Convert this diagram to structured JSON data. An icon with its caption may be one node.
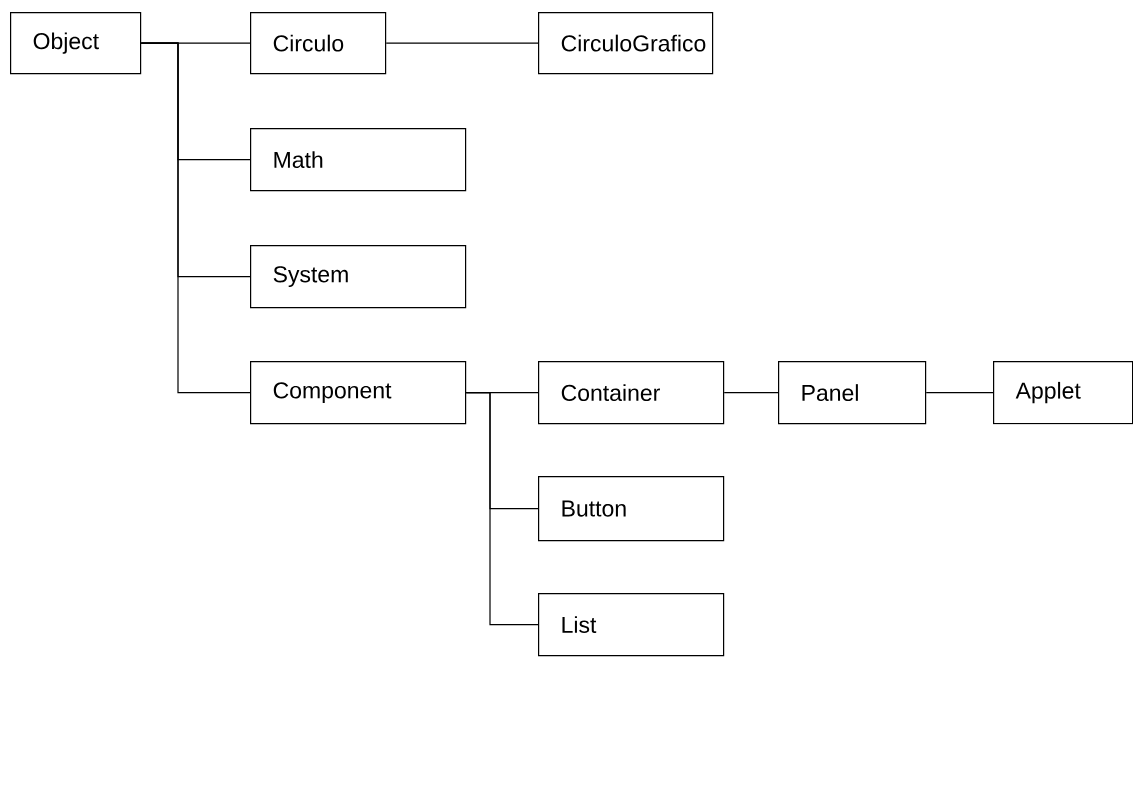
{
  "diagram": {
    "nodes": [
      {
        "text": [
          "Object"
        ]
      },
      {
        "text": [
          "Circulo"
        ]
      },
      {
        "text": [
          "CirculoGrafico"
        ]
      },
      {
        "text": [
          "Math"
        ]
      },
      {
        "text": [
          "System"
        ]
      },
      {
        "text": [
          "Component"
        ]
      },
      {
        "text": [
          "Container"
        ]
      },
      {
        "text": [
          "Panel"
        ]
      },
      {
        "text": [
          "Applet"
        ]
      },
      {
        "text": [
          "Button"
        ]
      },
      {
        "text": [
          "List"
        ]
      }
    ],
    "edges": [
      {
        "from": 0,
        "to": 1,
        "arrow": "none"
      },
      {
        "from": 1,
        "to": 2,
        "arrow": "none"
      },
      {
        "from": 0,
        "to": 3,
        "arrow": "none"
      },
      {
        "from": 0,
        "to": 4,
        "arrow": "none"
      },
      {
        "from": 0,
        "to": 5,
        "arrow": "none"
      },
      {
        "from": 5,
        "to": 6,
        "arrow": "none"
      },
      {
        "from": 6,
        "to": 7,
        "arrow": "none"
      },
      {
        "from": 7,
        "to": 8,
        "arrow": "none"
      },
      {
        "from": 5,
        "to": 9,
        "arrow": "none"
      },
      {
        "from": 5,
        "to": 10,
        "arrow": "none"
      }
    ]
  }
}
